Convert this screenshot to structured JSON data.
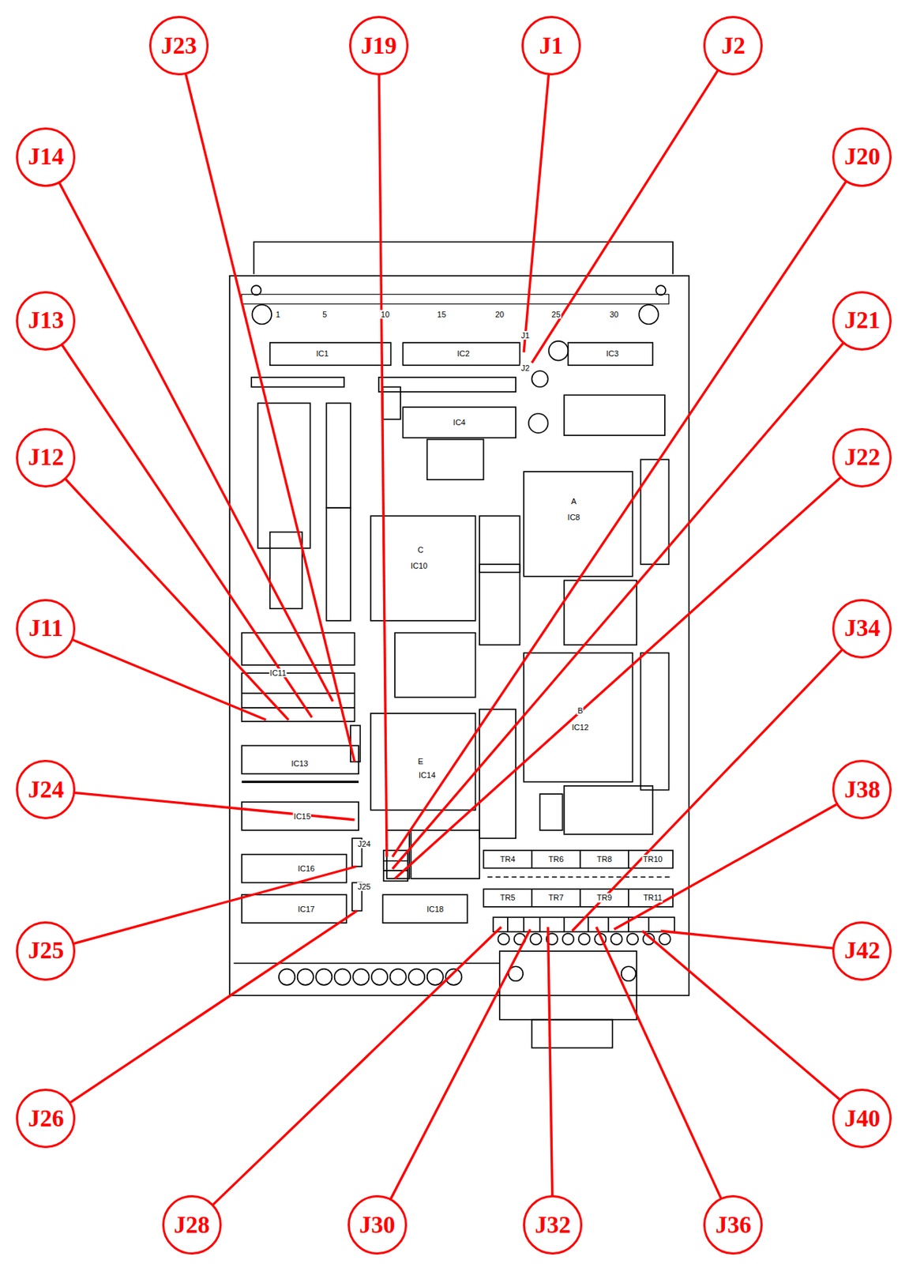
{
  "diagram": {
    "nodes": [
      {
        "text": [
          "J23"
        ]
      },
      {
        "text": [
          "J19"
        ]
      },
      {
        "text": [
          "J1"
        ]
      },
      {
        "text": [
          "J2"
        ]
      },
      {
        "text": [
          "J14"
        ]
      },
      {
        "text": [
          "J20"
        ]
      },
      {
        "text": [
          "J13"
        ]
      },
      {
        "text": [
          "J21"
        ]
      },
      {
        "text": [
          "J12"
        ]
      },
      {
        "text": [
          "J22"
        ]
      },
      {
        "text": [
          "J11"
        ]
      },
      {
        "text": [
          "J34"
        ]
      },
      {
        "text": [
          "J24"
        ]
      },
      {
        "text": [
          "J38"
        ]
      },
      {
        "text": [
          "J25"
        ]
      },
      {
        "text": [
          "J42"
        ]
      },
      {
        "text": [
          "J26"
        ]
      },
      {
        "text": [
          "J40"
        ]
      },
      {
        "text": [
          "J28"
        ]
      },
      {
        "text": [
          "J30"
        ]
      },
      {
        "text": [
          "J32"
        ]
      },
      {
        "text": [
          "J36"
        ]
      }
    ],
    "labels": [
      "1",
      "5",
      "10",
      "15",
      "20",
      "25",
      "30",
      "IC1",
      "IC2",
      "IC3",
      "IC4",
      "IC8",
      "IC10",
      "IC11",
      "IC12",
      "IC13",
      "IC14",
      "IC15",
      "IC16",
      "IC17",
      "IC18",
      "TR4",
      "TR6",
      "TR8",
      "TR10",
      "TR5",
      "TR7",
      "TR9",
      "TR11",
      "J1",
      "J2",
      "J24",
      "J25",
      "A",
      "B",
      "C",
      "E"
    ]
  }
}
